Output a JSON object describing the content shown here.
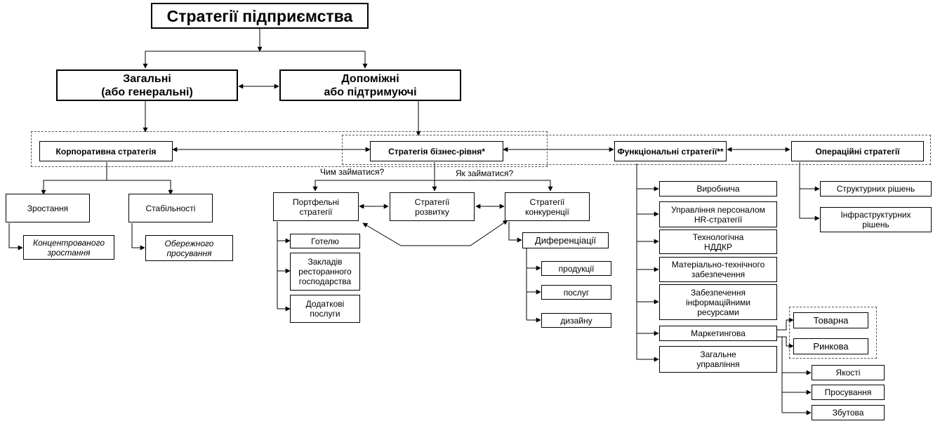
{
  "title": "Стратегії підприємства",
  "general": "Загальні\n(або генеральні)",
  "auxiliary": "Допоміжні\nабо підтримуючі",
  "corporate": "Корпоративна стратегія",
  "business": "Стратегія бізнес-рівня*",
  "functional": "Функціональні стратегії**",
  "operational": "Операційні стратегії",
  "what_question": "Чим займатися?",
  "how_question": "Як займатися?",
  "corporate_children": {
    "growth": "Зростання",
    "stability": "Стабільності",
    "concentrated": "Концентрованого\nзростання",
    "careful": "Обережного\nпросування"
  },
  "business_children": {
    "portfolio": "Портфельні\nстратегії",
    "development": "Стратегії\nрозвитку",
    "competition": "Стратегії\nконкуренції",
    "hotel": "Готелю",
    "restaurant": "Закладів\nресторанного\nгосподарства",
    "additional": "Додаткові\nпослуги",
    "differentiation": "Диференціації",
    "products": "продукції",
    "services": "послуг",
    "design": "дизайну"
  },
  "functional_children": {
    "production": "Виробнича",
    "hr": "Управління персоналом\nHR-стратегії",
    "tech": "Технологічна\nНДДКР",
    "material": "Матеріально-технічного\nзабезпечення",
    "info": "Забезпечення\nінформаційними\nресурсами",
    "marketing": "Маркетингова",
    "general_mgmt": "Загальне\nуправління",
    "product": "Товарна",
    "market": "Ринкова",
    "quality": "Якості",
    "promotion": "Просування",
    "sales": "Збутова"
  },
  "operational_children": {
    "structural": "Структурних рішень",
    "infrastructural": "Інфраструктурних\nрішень"
  }
}
